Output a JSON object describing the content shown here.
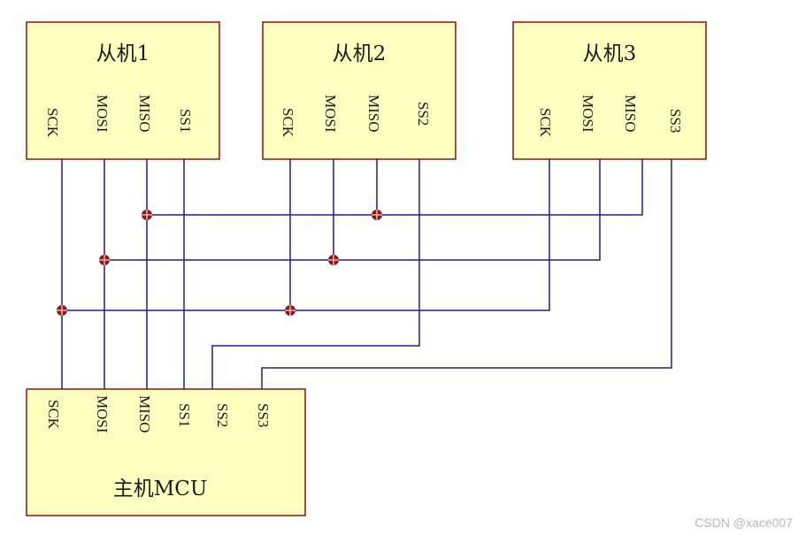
{
  "slaves": [
    {
      "title": "从机1",
      "pins": [
        "SCK",
        "MOSI",
        "MISO",
        "SS1"
      ]
    },
    {
      "title": "从机2",
      "pins": [
        "SCK",
        "MOSI",
        "MISO",
        "SS2"
      ]
    },
    {
      "title": "从机3",
      "pins": [
        "SCK",
        "MOSI",
        "MISO",
        "SS3"
      ]
    }
  ],
  "master": {
    "title": "主机MCU",
    "pins": [
      "SCK",
      "MOSI",
      "MISO",
      "SS1",
      "SS2",
      "SS3"
    ]
  },
  "colors": {
    "box_fill": "#ffffc0",
    "box_border": "#8b0000",
    "wire": "#1e1e96",
    "junction": "#8b1a1a"
  },
  "watermark": "CSDN @xace007"
}
